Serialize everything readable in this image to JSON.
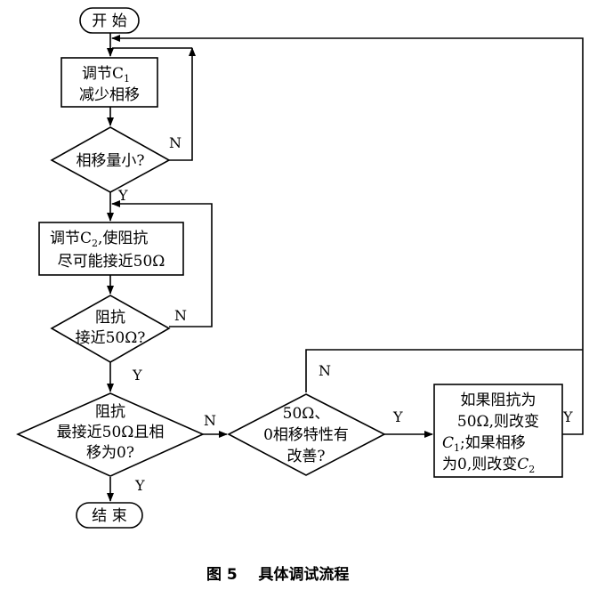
{
  "nodes": {
    "start": "开 始",
    "adjust_c1": [
      "调节C",
      "减少相移"
    ],
    "adjust_c1_sub": "1",
    "phase_small": "相移量小?",
    "adjust_c2_line1": [
      "调节C",
      ",使阻抗"
    ],
    "adjust_c2_sub": "2",
    "adjust_c2_line2": "尽可能接近50Ω",
    "near_50": [
      "阻抗",
      "接近50Ω?"
    ],
    "closest_50": [
      "阻抗",
      "最接近50Ω且相",
      "移为0?"
    ],
    "improved": [
      "50Ω、",
      "0相移特性有",
      "改善?"
    ],
    "change_lines": [
      "如果阻抗为",
      "50Ω,则改变",
      ";如果相移",
      "为0,则改变"
    ],
    "change_c1_letter": "C",
    "change_c1_sub": "1",
    "change_c2_letter": "C",
    "change_c2_sub": "2",
    "end": "结 束"
  },
  "edge_labels": {
    "yes": "Y",
    "no": "N"
  },
  "caption": "图 5    具体调试流程"
}
